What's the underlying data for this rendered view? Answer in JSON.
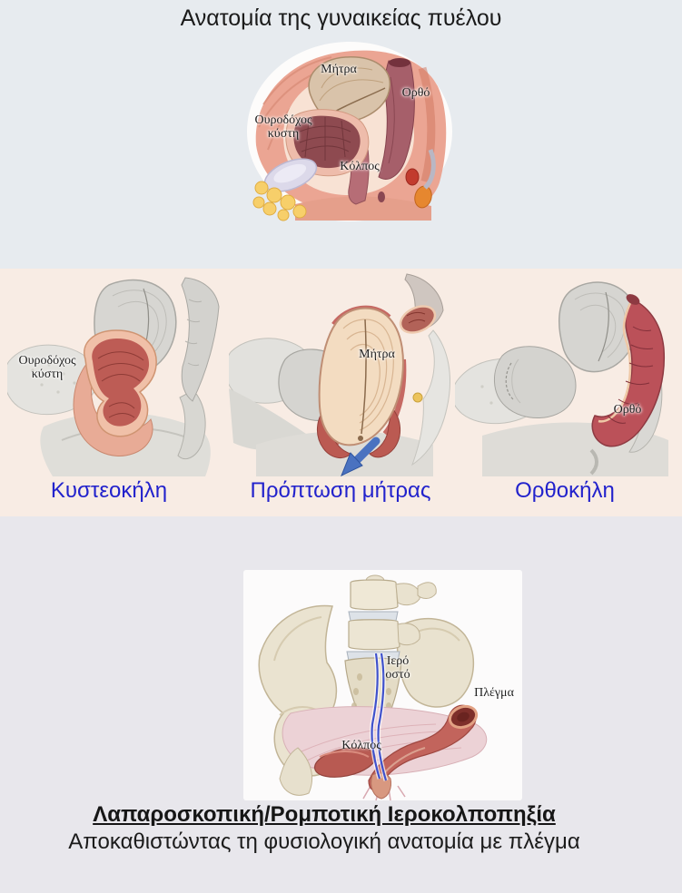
{
  "colors": {
    "top_section_bg": "#e7ebef",
    "middle_section_bg": "#f8ece4",
    "bottom_section_bg": "#e8e7ec",
    "caption_blue": "#2222cc",
    "title_text": "#1b1b1b",
    "prolapse_arrow_blue": "#4a72c0",
    "mesh_blue": "#3f51cc"
  },
  "top": {
    "title": "Ανατομία της γυναικείας πυέλου",
    "labels": {
      "uterus": "Μήτρα",
      "rectum": "Ορθό",
      "bladder_line1": "Ουροδόχος",
      "bladder_line2": "κύστη",
      "vagina": "Κόλπος"
    }
  },
  "middle": {
    "panels": [
      {
        "caption": "Κυστεοκήλη",
        "label_line1": "Ουροδόχος",
        "label_line2": "κύστη"
      },
      {
        "caption": "Πρόπτωση μήτρας",
        "label": "Μήτρα"
      },
      {
        "caption": "Ορθοκήλη",
        "label": "Ορθό"
      }
    ]
  },
  "bottom": {
    "labels": {
      "sacrum_line1": "Ιερό",
      "sacrum_line2": "οστό",
      "mesh": "Πλέγμα",
      "vagina": "Κόλπος"
    },
    "title": "Λαπαροσκοπική/Ρομποτική Ιεροκολποπηξία",
    "subtitle": "Αποκαθιστώντας τη φυσιολογική ανατομία με πλέγμα"
  }
}
